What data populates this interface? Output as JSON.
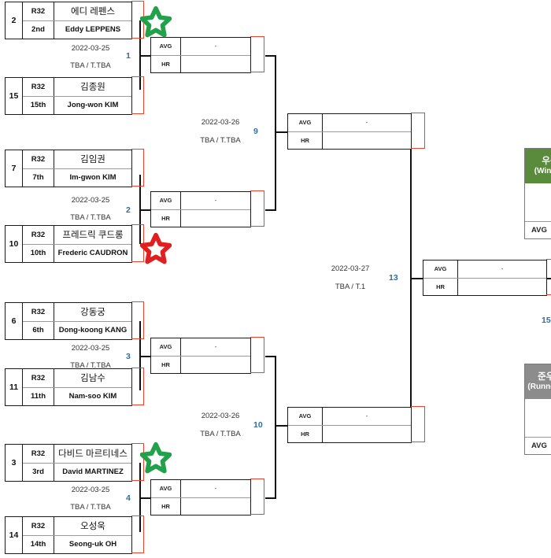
{
  "tournament": {
    "round_label": "R32",
    "dates": {
      "r32": "2022-03-25",
      "r16": "2022-03-26",
      "final": "2022-03-27"
    },
    "table_tba": "TBA / T.TBA",
    "table_final": "TBA / T.1",
    "empty_value": "-",
    "stat_avg": "AVG",
    "stat_hr": "HR"
  },
  "colors": {
    "winner_header": "#5a8a3c",
    "runnerup_header": "#8c8c8c",
    "match_number": "#2e6da4",
    "accent_red": "#e8442e",
    "star_green": "#22a04a",
    "star_red": "#e02020"
  },
  "players": [
    {
      "seed": "2",
      "round": "R32",
      "name_kr": "에디 레펜스",
      "rank": "2nd",
      "name_en": "Eddy LEPPENS"
    },
    {
      "seed": "15",
      "round": "R32",
      "name_kr": "김종원",
      "rank": "15th",
      "name_en": "Jong-won KIM"
    },
    {
      "seed": "7",
      "round": "R32",
      "name_kr": "김임권",
      "rank": "7th",
      "name_en": "Im-gwon KIM"
    },
    {
      "seed": "10",
      "round": "R32",
      "name_kr": "프레드릭 쿠드롱",
      "rank": "10th",
      "name_en": "Frederic CAUDRON"
    },
    {
      "seed": "6",
      "round": "R32",
      "name_kr": "강동궁",
      "rank": "6th",
      "name_en": "Dong-koong KANG"
    },
    {
      "seed": "11",
      "round": "R32",
      "name_kr": "김남수",
      "rank": "11th",
      "name_en": "Nam-soo KIM"
    },
    {
      "seed": "3",
      "round": "R32",
      "name_kr": "다비드 마르티네스",
      "rank": "3rd",
      "name_en": "David MARTINEZ"
    },
    {
      "seed": "14",
      "round": "R32",
      "name_kr": "오성욱",
      "rank": "14th",
      "name_en": "Seong-uk OH"
    }
  ],
  "matches": [
    {
      "number": "1",
      "date": "2022-03-25",
      "table": "TBA / T.TBA"
    },
    {
      "number": "2",
      "date": "2022-03-25",
      "table": "TBA / T.TBA"
    },
    {
      "number": "3",
      "date": "2022-03-25",
      "table": "TBA / T.TBA"
    },
    {
      "number": "4",
      "date": "2022-03-25",
      "table": "TBA / T.TBA"
    },
    {
      "number": "9",
      "date": "2022-03-26",
      "table": "TBA / T.TBA"
    },
    {
      "number": "10",
      "date": "2022-03-26",
      "table": "TBA / T.TBA"
    },
    {
      "number": "13",
      "date": "2022-03-27",
      "table": "TBA / T.1"
    },
    {
      "number": "15"
    }
  ],
  "results": {
    "winner": {
      "title_kr": "우승",
      "title_en": "(Winner)",
      "line1": "-",
      "line2": "-",
      "stat_label": "AVG"
    },
    "runner_up": {
      "title_kr": "준우승",
      "title_en": "(Runner-up)",
      "line1": "-",
      "line2": "-",
      "stat_label": "AVG"
    }
  },
  "stars": [
    {
      "id": "star-top-green",
      "color": "green"
    },
    {
      "id": "star-mid-red",
      "color": "red"
    },
    {
      "id": "star-bottom-green",
      "color": "green"
    }
  ]
}
